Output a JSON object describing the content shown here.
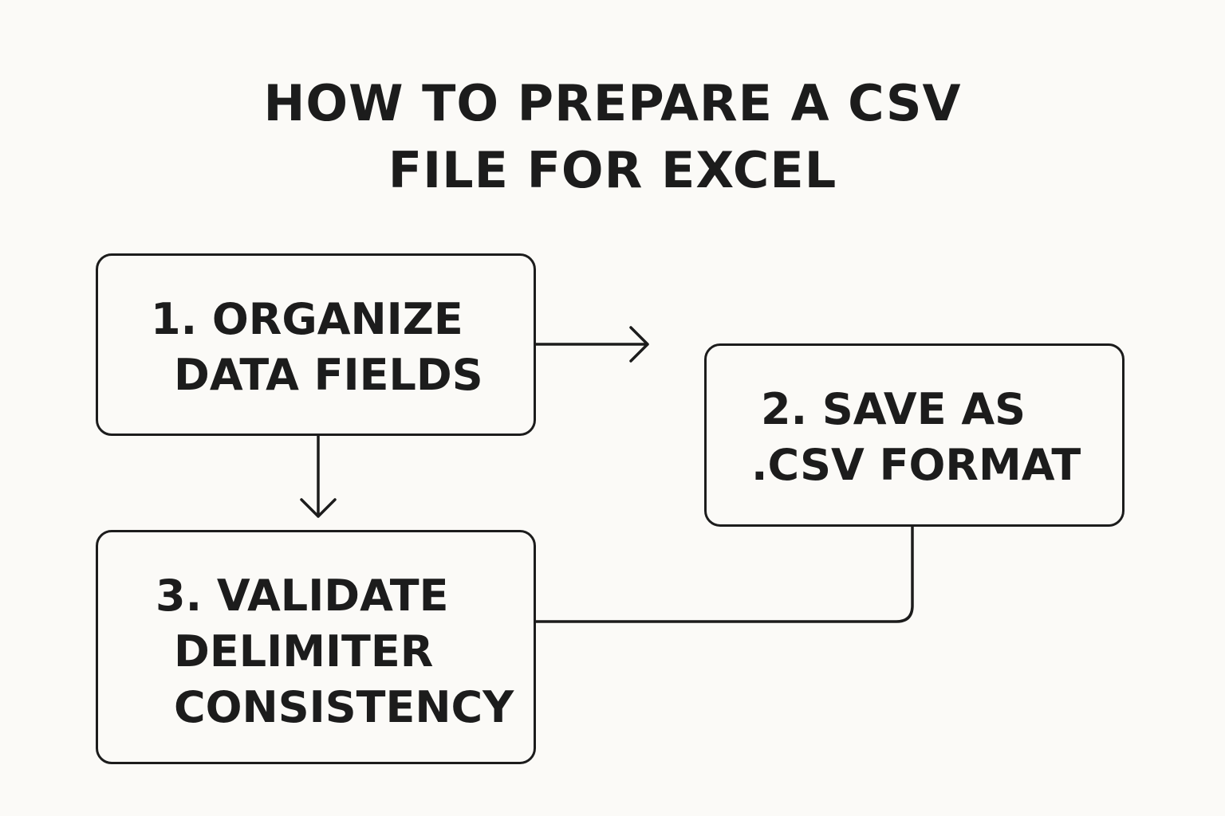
{
  "title": {
    "line1": "HOW TO PREPARE A CSV",
    "line2": "FILE FOR EXCEL"
  },
  "steps": [
    {
      "lines": [
        "1. ORGANIZE",
        "DATA FIELDS"
      ]
    },
    {
      "lines": [
        "2. SAVE AS",
        ".CSV FORMAT"
      ]
    },
    {
      "lines": [
        "3. VALIDATE",
        "DELIMITER",
        "CONSISTENCY"
      ]
    }
  ],
  "colors": {
    "background": "#fbfaf7",
    "ink": "#1c1c1c"
  }
}
